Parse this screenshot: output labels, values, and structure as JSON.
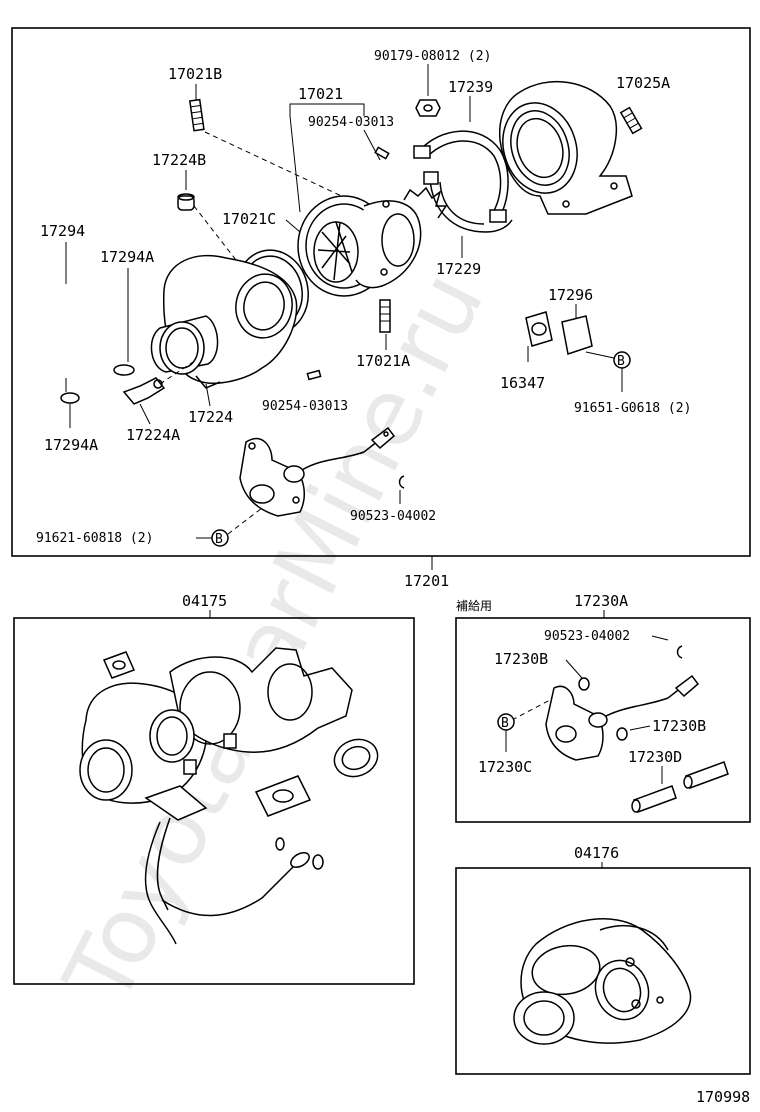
{
  "watermark": "ToyotaCarMine.ru",
  "diagram_id": "170998",
  "main_assembly": {
    "assembly_no": "17201",
    "labels": {
      "p17021B": "17021B",
      "p17021": "17021",
      "p90179": "90179-08012 (2)",
      "p17239": "17239",
      "p17025A": "17025A",
      "p90254_top": "90254-03013",
      "p17224B": "17224B",
      "p17021C": "17021C",
      "p17294": "17294",
      "p17294A_top": "17294A",
      "p17229": "17229",
      "p17296": "17296",
      "p16347": "16347",
      "p17021A": "17021A",
      "p91651": "91651-G0618 (2)",
      "p17224": "17224",
      "p17224A": "17224A",
      "p90254_bot": "90254-03013",
      "p17294A_bot": "17294A",
      "p90523": "90523-04002",
      "p91621": "91621-60818 (2)",
      "mark_b1": "B",
      "mark_b2": "B"
    }
  },
  "assy_04175": {
    "label": "04175"
  },
  "kit_17230A": {
    "label": "17230A",
    "supply_note": "補給用",
    "labels": {
      "p90523": "90523-04002",
      "p17230B_top": "17230B",
      "p17230B_right": "17230B",
      "p17230C": "17230C",
      "p17230D": "17230D",
      "mark_b": "B"
    }
  },
  "assy_04176": {
    "label": "04176"
  }
}
